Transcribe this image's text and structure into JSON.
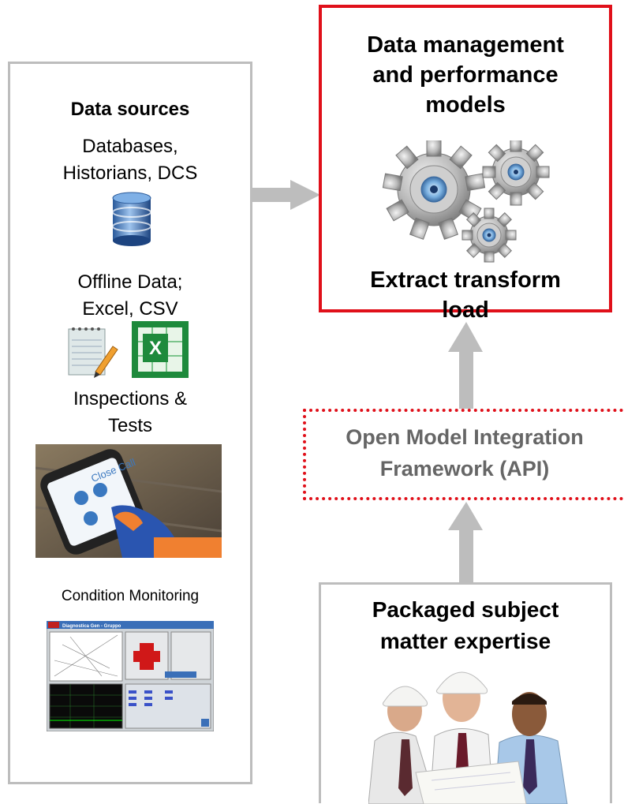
{
  "sources": {
    "title": "Data sources",
    "databases": [
      "Databases,",
      "Historians, DCS"
    ],
    "offline": [
      "Offline Data;",
      "Excel,  CSV"
    ],
    "inspections": [
      "Inspections &",
      "Tests"
    ],
    "condition": "Condition Monitoring",
    "phone_app_title": "Close Call",
    "cm_window_title": "Diagnostica Gen - Gruppo"
  },
  "management": {
    "title": [
      "Data management",
      "and performance",
      "models"
    ],
    "etl": [
      "Extract transform",
      "load"
    ]
  },
  "api": {
    "label": [
      "Open Model Integration",
      "Framework (API)"
    ]
  },
  "expertise": {
    "label": [
      "Packaged subject",
      "matter expertise"
    ]
  },
  "colors": {
    "accent_red": "#e0101a",
    "panel_gray": "#bdbdbd",
    "arrow_gray": "#bdbdbd",
    "api_text": "#666666"
  }
}
